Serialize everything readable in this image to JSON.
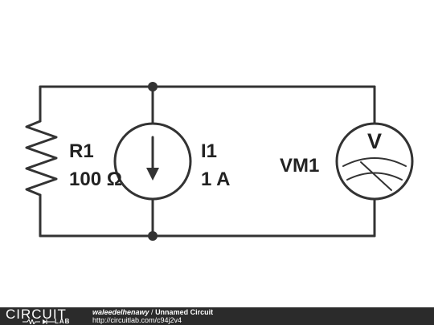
{
  "components": {
    "r1": {
      "name": "R1",
      "value": "100 Ω"
    },
    "i1": {
      "name": "I1",
      "value": "1 A"
    },
    "vm1": {
      "name": "VM1",
      "symbol": "V"
    }
  },
  "footer": {
    "logo_top": "CIRCUIT",
    "logo_bottom": "LAB",
    "author": "waleedelhenawy",
    "separator": " / ",
    "circuit_title": "Unnamed Circuit",
    "url": "http://circuitlab.com/c94j2v4"
  },
  "colors": {
    "wire": "#333333",
    "footer_bg": "#2b2b2b",
    "footer_text": "#ffffff"
  }
}
